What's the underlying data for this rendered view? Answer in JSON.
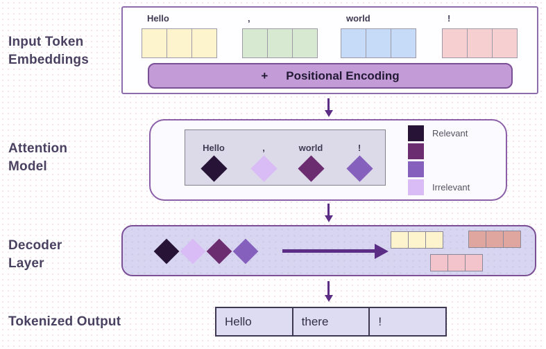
{
  "colors": {
    "accent_border": "#8a5fa8",
    "arrow": "#5b2d85",
    "label_text": "#4a4161"
  },
  "section_labels": {
    "input": "Input Token Embeddings",
    "attention": "Attention Model",
    "decoder": "Decoder Layer",
    "output": "Tokenized Output"
  },
  "input_tokens": [
    {
      "text": "Hello",
      "fill": "#fdf3cd"
    },
    {
      "text": ",",
      "fill": "#d7e9d1"
    },
    {
      "text": "world",
      "fill": "#c6dbf7"
    },
    {
      "text": "!",
      "fill": "#f6d0d0"
    }
  ],
  "positional_encoding": {
    "plus": "+",
    "label": "Positional Encoding",
    "fill": "#c39bd6"
  },
  "attention": {
    "tokens": [
      {
        "text": "Hello",
        "diamond": "#271336"
      },
      {
        "text": ",",
        "diamond": "#d9bbf5"
      },
      {
        "text": "world",
        "diamond": "#6b2d70"
      },
      {
        "text": "!",
        "diamond": "#8660bd"
      }
    ],
    "legend": {
      "colors": [
        "#271336",
        "#6b2d70",
        "#8660bd",
        "#d9bbf5"
      ],
      "top_label": "Relevant",
      "bottom_label": "Irrelevant"
    }
  },
  "decoder": {
    "diamonds": [
      "#271336",
      "#d9bbf5",
      "#6b2d70",
      "#8660bd"
    ],
    "tokens": [
      {
        "name": "yellow-token",
        "fill": "#fdf3cd"
      },
      {
        "name": "salmon-token",
        "fill": "#dfa69f"
      },
      {
        "name": "pink-token",
        "fill": "#f3c4cb"
      }
    ]
  },
  "output_table": {
    "cells": [
      "Hello",
      "there",
      "!"
    ]
  }
}
